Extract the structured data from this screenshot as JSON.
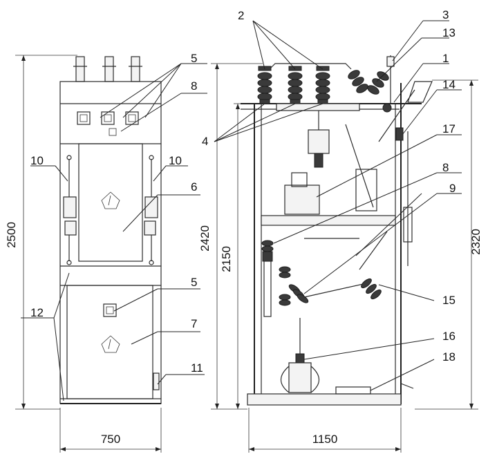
{
  "dimensions": {
    "front_width": "750",
    "side_width": "1150",
    "front_height": "2500",
    "side_height_2420": "2420",
    "side_height_2150": "2150",
    "side_height_2320": "2320"
  },
  "callouts": {
    "c1": "1",
    "c2": "2",
    "c3": "3",
    "c4": "4",
    "c5a": "5",
    "c5b": "5",
    "c6": "6",
    "c7": "7",
    "c8a": "8",
    "c8b": "8",
    "c9": "9",
    "c10a": "10",
    "c10b": "10",
    "c11": "11",
    "c12": "12",
    "c13": "13",
    "c14": "14",
    "c15": "15",
    "c16": "16",
    "c17": "17",
    "c18": "18"
  }
}
